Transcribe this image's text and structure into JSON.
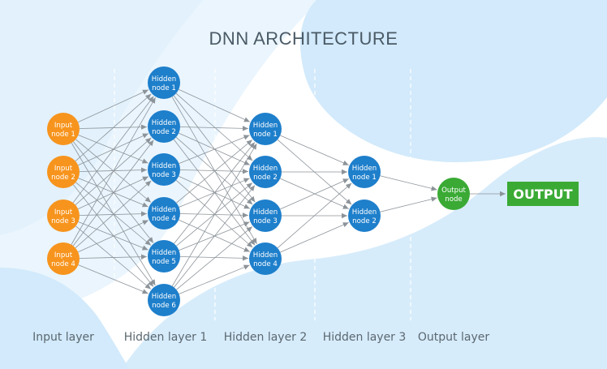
{
  "title": "DNN ARCHITECTURE",
  "layers": [
    {
      "label": "Input layer",
      "color": "#f7941d",
      "nodes": [
        [
          "Input",
          "node 1"
        ],
        [
          "Input",
          "node 2"
        ],
        [
          "Input",
          "node 3"
        ],
        [
          "Input",
          "node 4"
        ]
      ]
    },
    {
      "label": "Hidden layer 1",
      "color": "#1e7fcb",
      "nodes": [
        [
          "Hidden",
          "node 1"
        ],
        [
          "Hidden",
          "node 2"
        ],
        [
          "Hidden",
          "node 3"
        ],
        [
          "Hidden",
          "node 4"
        ],
        [
          "Hidden",
          "node 5"
        ],
        [
          "Hidden",
          "node 6"
        ]
      ]
    },
    {
      "label": "Hidden layer 2",
      "color": "#1e7fcb",
      "nodes": [
        [
          "Hidden",
          "node 1"
        ],
        [
          "Hidden",
          "node 2"
        ],
        [
          "Hidden",
          "node 3"
        ],
        [
          "Hidden",
          "node 4"
        ]
      ]
    },
    {
      "label": "Hidden layer 3",
      "color": "#1e7fcb",
      "nodes": [
        [
          "Hidden",
          "node 1"
        ],
        [
          "Hidden",
          "node 2"
        ]
      ]
    },
    {
      "label": "Output layer",
      "color": "#3aaa35",
      "nodes": [
        [
          "Output",
          "node"
        ]
      ]
    }
  ],
  "output_box": {
    "label": "OUTPUT",
    "color": "#3aaa35"
  },
  "colors": {
    "edge": "#8c9399",
    "divider": "#ffffff",
    "background": "#ffffff",
    "blob_light": "#eaf5fd",
    "blob_mid": "#d2eafb"
  }
}
